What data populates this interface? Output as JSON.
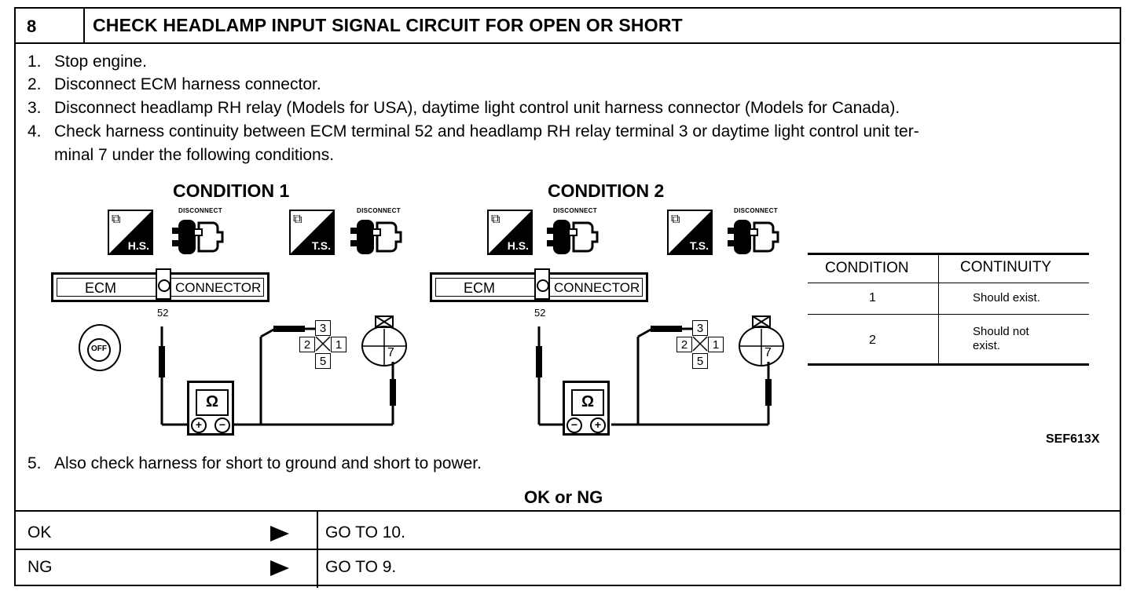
{
  "header": {
    "step_number": "8",
    "title": "CHECK HEADLAMP INPUT SIGNAL CIRCUIT FOR OPEN OR SHORT"
  },
  "steps": [
    {
      "num": "1.",
      "text": "Stop engine."
    },
    {
      "num": "2.",
      "text": "Disconnect ECM harness connector."
    },
    {
      "num": "3.",
      "text": "Disconnect headlamp RH relay (Models for USA), daytime light control unit harness connector (Models for Canada)."
    },
    {
      "num": "4.",
      "text": "Check harness continuity between ECM terminal 52 and headlamp RH relay terminal 3 or daytime light control unit ter-"
    },
    {
      "num": "",
      "text": "minal 7 under the following conditions."
    }
  ],
  "figure": {
    "condition1_title": "CONDITION 1",
    "condition2_title": "CONDITION 2",
    "hs_label": "H.S.",
    "ts_label": "T.S.",
    "disconnect_label": "DISCONNECT",
    "ecm_label": "ECM",
    "connector_label": "CONNECTOR",
    "terminal_52": "52",
    "key_label": "OFF",
    "ohm_symbol": "Ω",
    "relay_pins": {
      "top": "3",
      "left": "2",
      "right": "1",
      "bottom": "5"
    },
    "lamp_pin": "7",
    "figure_id": "SEF613X"
  },
  "table": {
    "headers": [
      "CONDITION",
      "CONTINUITY"
    ],
    "rows": [
      {
        "condition": "1",
        "continuity": "Should exist."
      },
      {
        "condition": "2",
        "continuity_line1": "Should not",
        "continuity_line2": "exist."
      }
    ]
  },
  "step5": {
    "num": "5.",
    "text": "Also check harness for short to ground and short to power."
  },
  "result": {
    "title": "OK or NG",
    "rows": [
      {
        "label": "OK",
        "action": "GO TO 10."
      },
      {
        "label": "NG",
        "action": "GO TO 9."
      }
    ]
  }
}
